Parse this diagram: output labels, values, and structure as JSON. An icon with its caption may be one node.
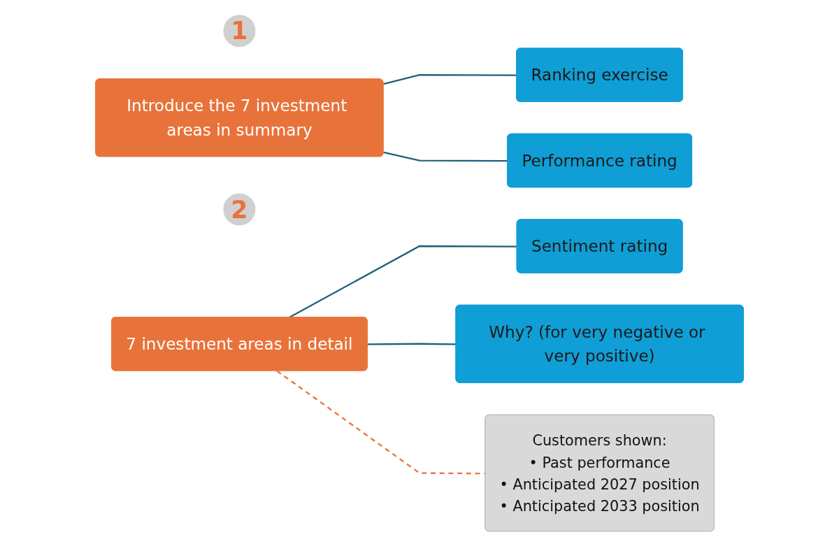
{
  "diagram": {
    "nodes": [
      {
        "text": [
          "1"
        ]
      },
      {
        "text": [
          "Introduce the 7 investment areas in summary"
        ]
      },
      {
        "text": [
          "Ranking exercise"
        ]
      },
      {
        "text": [
          "Performance rating"
        ]
      },
      {
        "text": [
          "2"
        ]
      },
      {
        "text": [
          "7 investment areas in detail"
        ]
      },
      {
        "text": [
          "Sentiment rating"
        ]
      },
      {
        "text": [
          "Why? (for very negative or very positive)"
        ]
      },
      {
        "text": [
          "Customers shown:",
          "• Past performance",
          "• Anticipated 2027 position",
          "• Anticipated 2033 position"
        ]
      }
    ],
    "edges": [
      {
        "from": 1,
        "to": 2,
        "arrow": "none"
      },
      {
        "from": 1,
        "to": 3,
        "arrow": "none"
      },
      {
        "from": 5,
        "to": 6,
        "arrow": "none"
      },
      {
        "from": 5,
        "to": 7,
        "arrow": "none"
      },
      {
        "from": 5,
        "to": 8,
        "arrow": "none",
        "style": "dashed",
        "color": "#e8733a"
      }
    ]
  }
}
